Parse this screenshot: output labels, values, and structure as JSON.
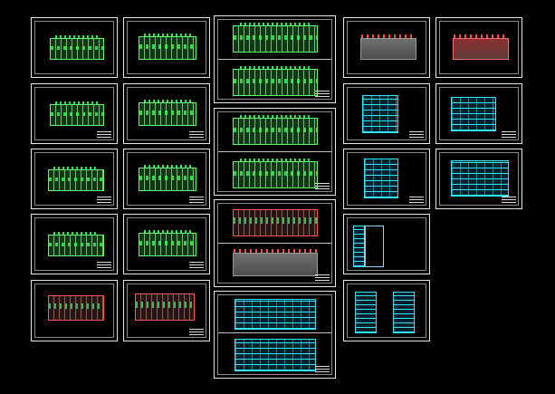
{
  "drawing": {
    "background_color": "#000000",
    "frame_color": "#e6e6e6",
    "colors": {
      "plan_lines": "#5cff6a",
      "wall_fill": "#0c3b12",
      "accent_red": "#ff5a5a",
      "elevation_cyan": "#33e6ff",
      "roof_grey": "#6f6f6f"
    },
    "sheets": [
      {
        "name": "sheet-floor-plan-1",
        "kind": "floor-plan"
      },
      {
        "name": "sheet-floor-plan-2",
        "kind": "floor-plan"
      },
      {
        "name": "sheet-floor-plan-3",
        "kind": "floor-plan"
      },
      {
        "name": "sheet-floor-plan-4",
        "kind": "floor-plan"
      },
      {
        "name": "sheet-floor-plan-5",
        "kind": "floor-plan"
      },
      {
        "name": "sheet-floor-plan-6",
        "kind": "floor-plan"
      },
      {
        "name": "sheet-floor-plan-7",
        "kind": "floor-plan"
      },
      {
        "name": "sheet-floor-plan-8",
        "kind": "floor-plan"
      },
      {
        "name": "sheet-floor-plan-9",
        "kind": "floor-plan-red"
      },
      {
        "name": "sheet-floor-plan-10",
        "kind": "floor-plan-red"
      },
      {
        "name": "sheet-unit-plans-a",
        "kind": "double-plan"
      },
      {
        "name": "sheet-unit-plans-b",
        "kind": "double-plan"
      },
      {
        "name": "sheet-unit-plans-c",
        "kind": "roof-and-plan"
      },
      {
        "name": "sheet-elevations-main",
        "kind": "double-elevation"
      },
      {
        "name": "sheet-roof-plan-1",
        "kind": "roof-grey"
      },
      {
        "name": "sheet-roof-plan-2",
        "kind": "roof-red"
      },
      {
        "name": "sheet-elevation-1",
        "kind": "elevation"
      },
      {
        "name": "sheet-elevation-2",
        "kind": "elevation"
      },
      {
        "name": "sheet-elevation-3",
        "kind": "elevation"
      },
      {
        "name": "sheet-elevation-4",
        "kind": "elevation"
      },
      {
        "name": "sheet-section-1",
        "kind": "section"
      },
      {
        "name": "sheet-section-2",
        "kind": "section-pair"
      }
    ]
  }
}
